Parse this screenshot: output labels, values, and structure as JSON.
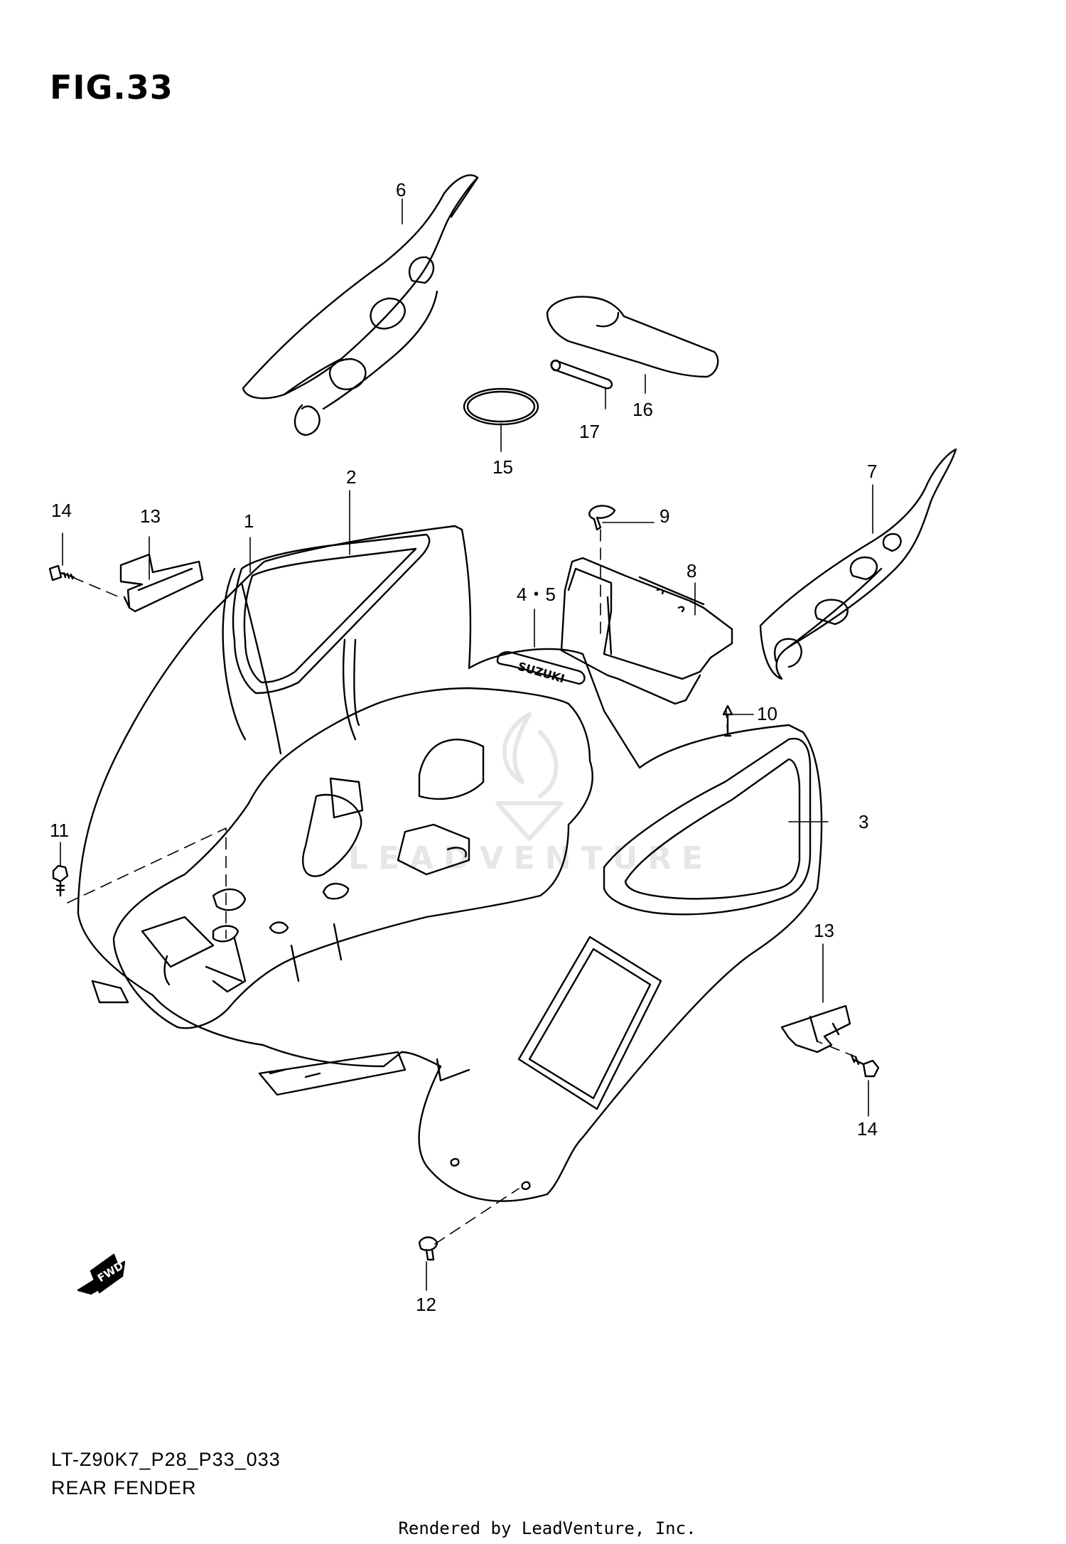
{
  "figure": {
    "title": "FIG.33",
    "model_code": "LT-Z90K7_P28_P33_033",
    "name": "REAR FENDER"
  },
  "footer": "Rendered by LeadVenture, Inc.",
  "watermark": "LEADVENTURE",
  "direction_badge": "FWD",
  "decal_text": "SUZUKI",
  "callouts": {
    "c1": "1",
    "c2": "2",
    "c3": "3",
    "c4_5": "4・5",
    "c6": "6",
    "c7": "7",
    "c8": "8",
    "c9": "9",
    "c10": "10",
    "c11": "11",
    "c12": "12",
    "c13_left": "13",
    "c13_right": "13",
    "c14_left": "14",
    "c14_right": "14",
    "c15": "15",
    "c16": "16",
    "c17": "17"
  }
}
